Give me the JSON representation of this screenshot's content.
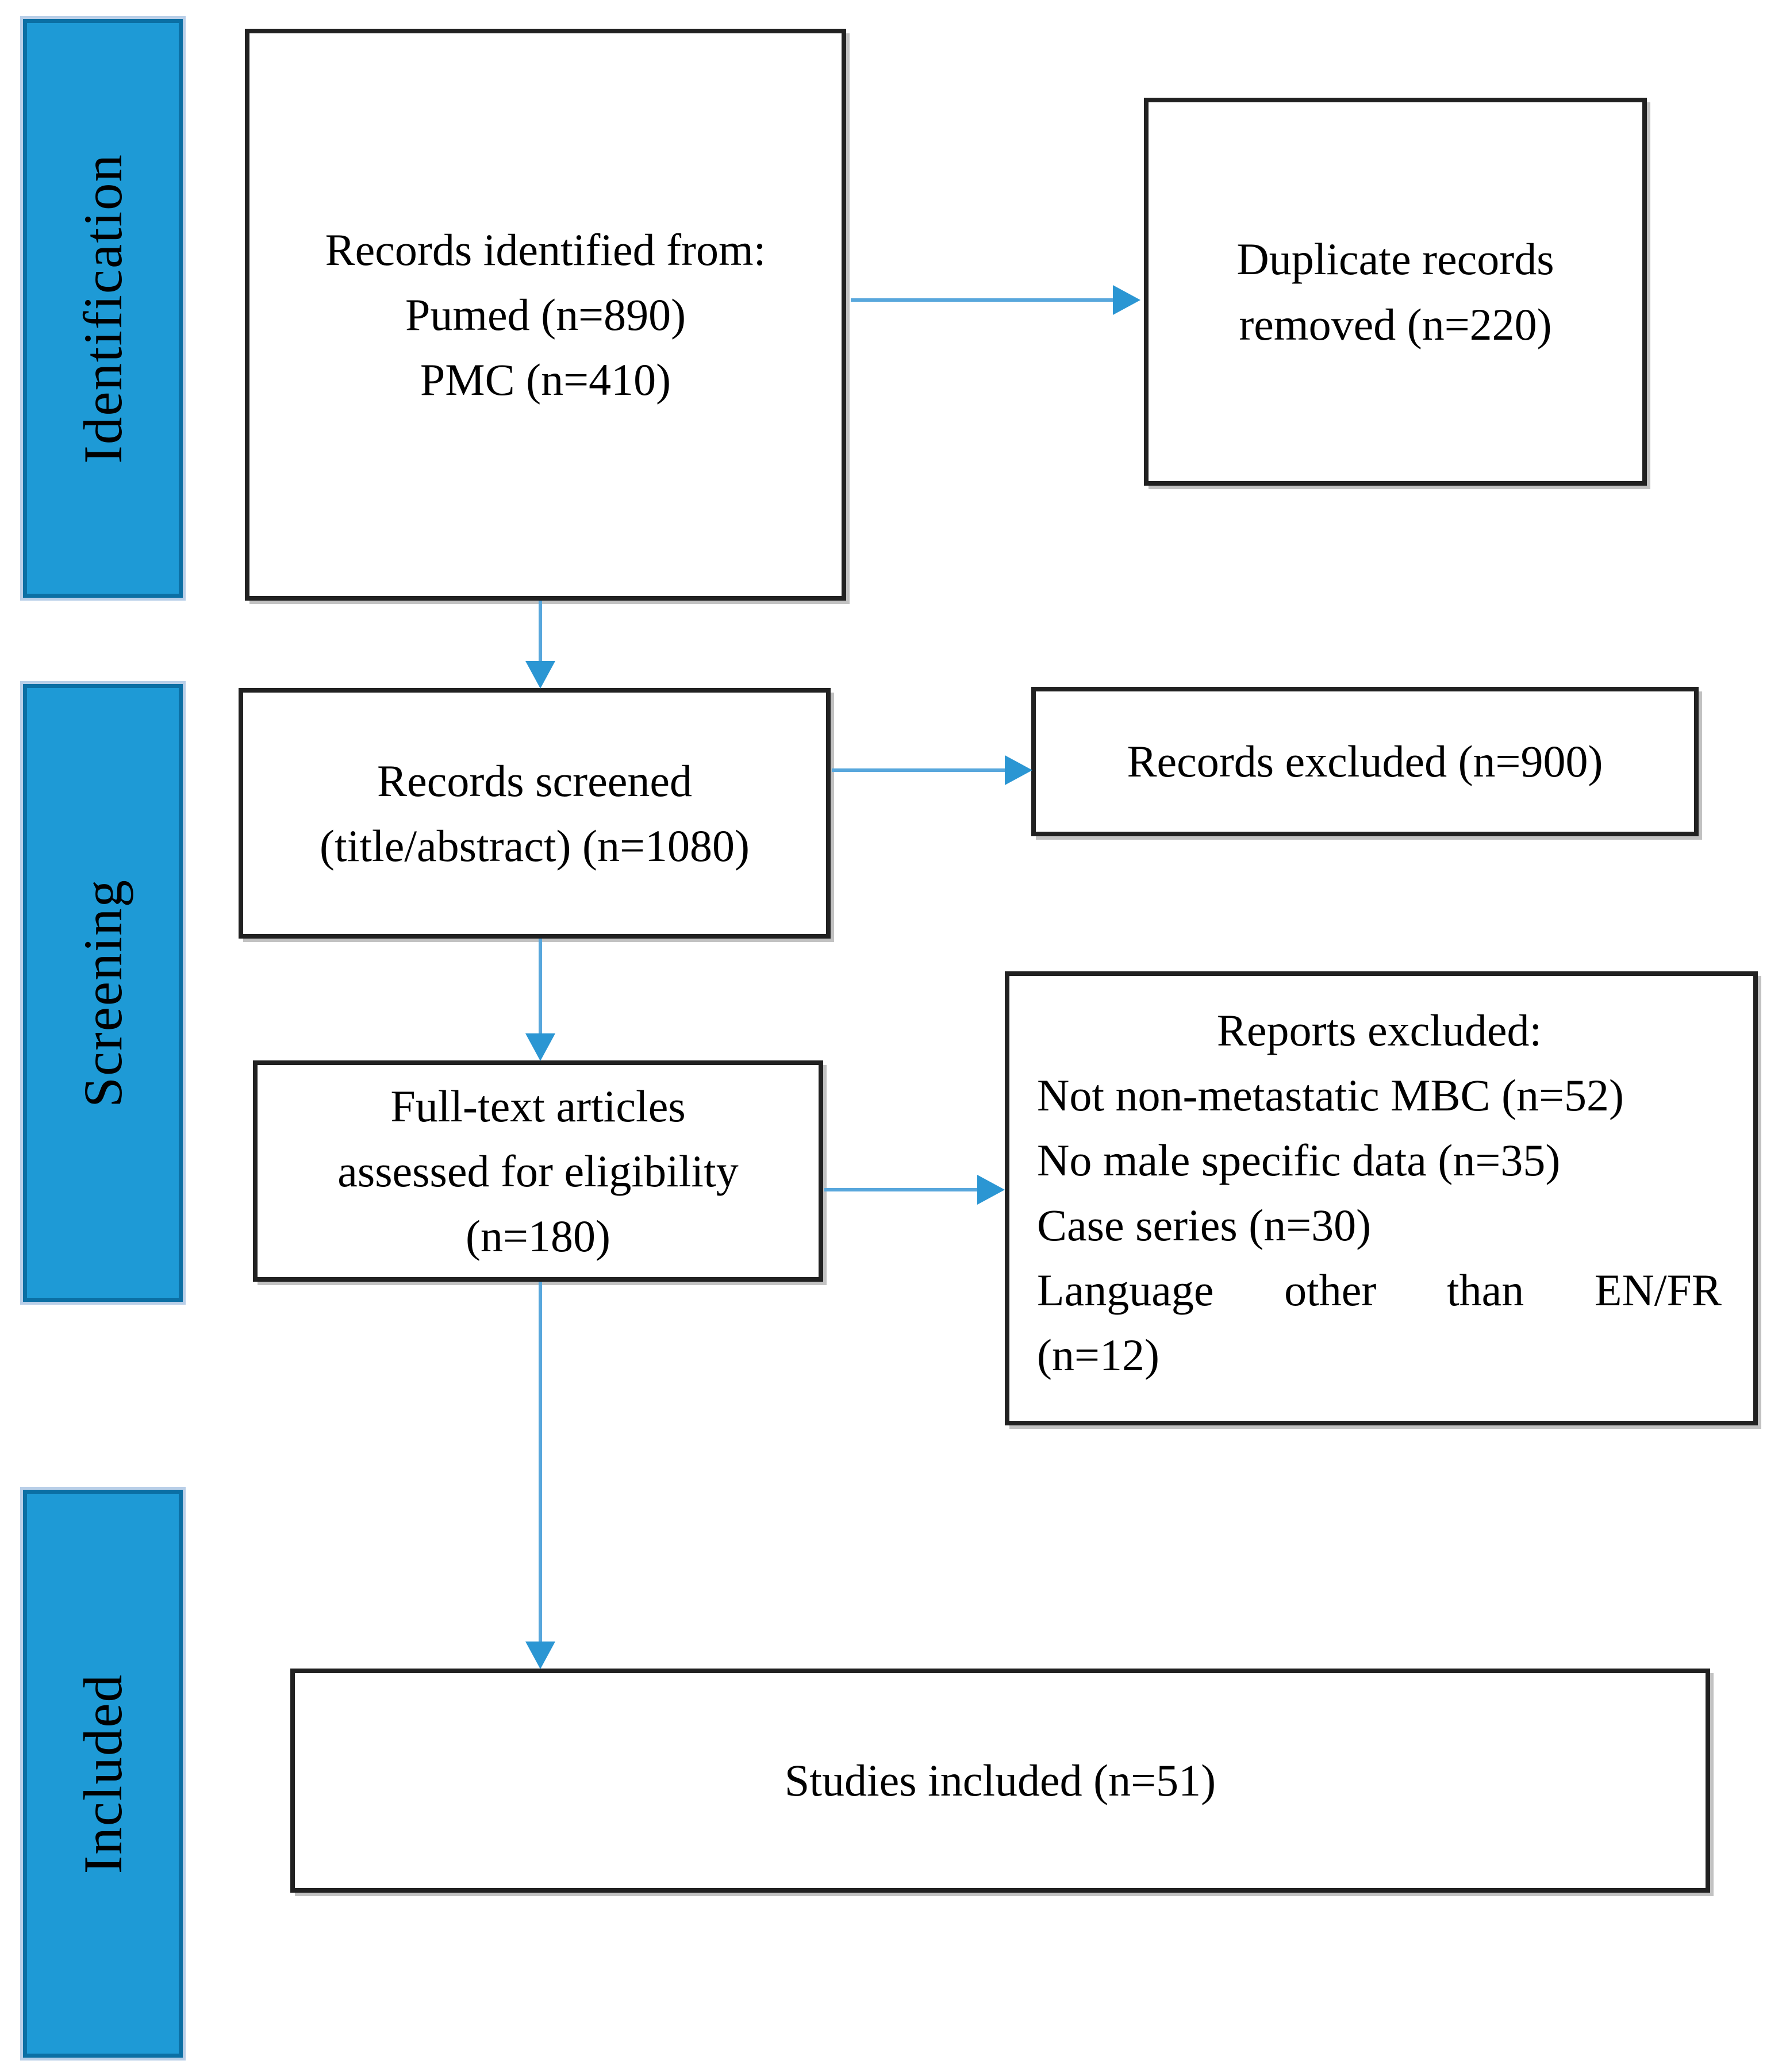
{
  "palette": {
    "band_fill": "#1E9AD6",
    "band_stroke": "#0B6FA4",
    "band_outer_edge": "#B9CFE8",
    "box_stroke": "#212121",
    "arrow_line": "#58A7DC",
    "arrow_head": "#2B96D3",
    "text": "#000000",
    "background": "#FFFFFF"
  },
  "stages": [
    {
      "label": "Identification"
    },
    {
      "label": "Screening"
    },
    {
      "label": "Included"
    }
  ],
  "boxes": {
    "identified": {
      "lines": [
        "Records identified from:",
        "Pumed (n=890)",
        "PMC (n=410)"
      ]
    },
    "duplicates": {
      "lines": [
        "Duplicate records",
        "removed (n=220)"
      ]
    },
    "screened": {
      "lines": [
        "Records screened",
        "(title/abstract) (n=1080)"
      ]
    },
    "excluded": {
      "lines": [
        "Records excluded (n=900)"
      ]
    },
    "fulltext": {
      "lines": [
        "Full-text articles",
        "assessed for eligibility",
        "(n=180)"
      ]
    },
    "reports": {
      "title": "Reports excluded:",
      "items": [
        "Not non-metastatic MBC (n=52)",
        "No male specific data (n=35)",
        "Case series (n=30)"
      ],
      "justified_words": [
        "Language",
        "other",
        "than",
        "EN/FR"
      ],
      "overflow_line": "(n=12)"
    },
    "studies": {
      "lines": [
        "Studies included (n=51)"
      ]
    }
  }
}
